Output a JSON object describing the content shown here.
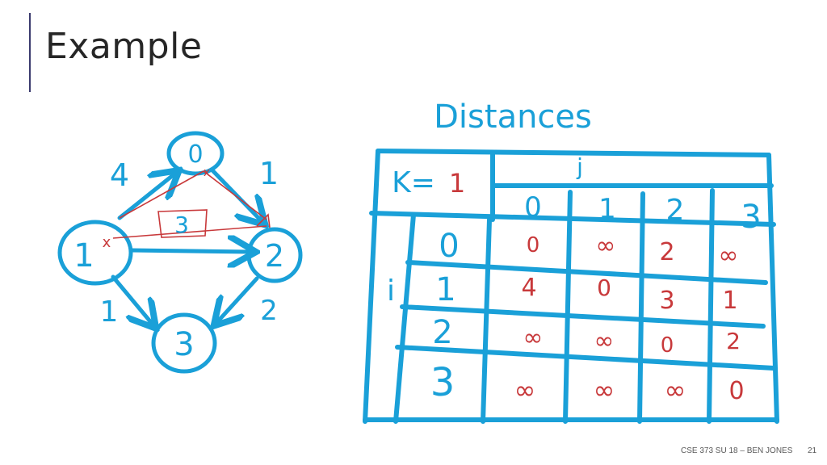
{
  "slide": {
    "title": "Example",
    "footer_course": "CSE 373 SU 18 – BEN JONES",
    "page_number": "21"
  },
  "colors": {
    "ink_blue": "#1aa0d8",
    "ink_red": "#c8393b",
    "text": "#262626"
  },
  "graph": {
    "nodes": [
      {
        "id": "0",
        "label": "0"
      },
      {
        "id": "1",
        "label": "1"
      },
      {
        "id": "2",
        "label": "2"
      },
      {
        "id": "3",
        "label": "3"
      }
    ],
    "edges": [
      {
        "from": "1",
        "to": "0",
        "weight": "4"
      },
      {
        "from": "0",
        "to": "2",
        "weight": "1"
      },
      {
        "from": "1",
        "to": "2",
        "weight": ""
      },
      {
        "from": "1",
        "to": "3",
        "weight": "1"
      },
      {
        "from": "2",
        "to": "3",
        "weight": "2"
      }
    ],
    "annotation_path_length": "3",
    "annotation_mark": "x"
  },
  "table": {
    "heading": "Distances",
    "k_label": "K=",
    "k_value": "1",
    "col_axis": "j",
    "row_axis": "i",
    "col_headers": [
      "0",
      "1",
      "2",
      "3"
    ],
    "row_headers": [
      "0",
      "1",
      "2",
      "3"
    ],
    "cells": [
      [
        "0",
        "∞",
        "2",
        "∞"
      ],
      [
        "4",
        "0",
        "3",
        "1"
      ],
      [
        "∞",
        "∞",
        "0",
        "2"
      ],
      [
        "∞",
        "∞",
        "∞",
        "0"
      ]
    ]
  }
}
